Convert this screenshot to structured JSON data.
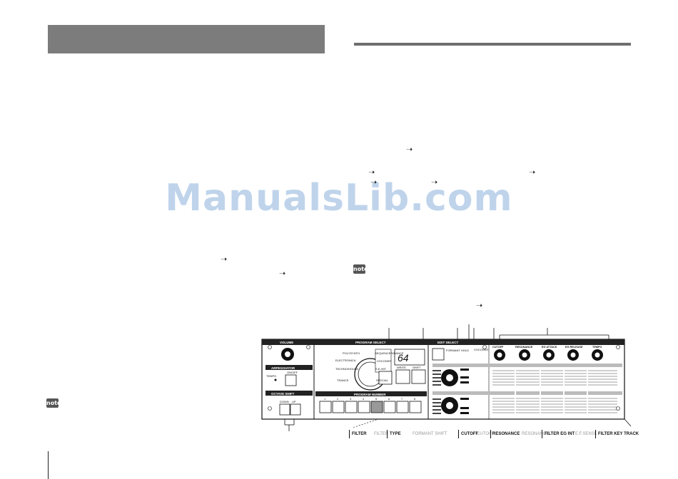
{
  "watermark": "ManualsLib.com",
  "notes": {
    "badge": "note"
  },
  "panel": {
    "volume": "VOLUME",
    "program_select": "PROGRAM SELECT",
    "arpeggiator": "ARPEGGIATOR",
    "tempo": "TEMPO",
    "on_off": "ON/OFF",
    "octave_shift": "OCTAVE SHIFT",
    "down": "DOWN",
    "up": "UP",
    "program_number": "PROGRAM NUMBER",
    "numbers": [
      "1",
      "2",
      "3",
      "4",
      "5",
      "6",
      "7",
      "8"
    ],
    "display": "64",
    "write": "WRITE",
    "shift": "SHIFT",
    "edit_select": "EDIT SELECT",
    "formant_hold": "FORMANT HOLD",
    "vocoder": "VOCODER",
    "knob_labels": [
      "CUTOFF",
      "RESONANCE",
      "EG ATTACK",
      "EG RELEASE",
      "TEMPO"
    ],
    "categories_left": [
      "POLYSYNTH",
      "ELECTRONICA",
      "TECHNO/HOUSE",
      "TRANCE"
    ],
    "categories_right": [
      "SEQUENCER/DANCE",
      "VOCODER",
      "S.E./HIT",
      "SPECIAL"
    ]
  },
  "footer_labels": [
    {
      "text": "FILTER",
      "muted": false
    },
    {
      "text": "FILTER",
      "muted": true
    },
    {
      "text": "TYPE",
      "muted": false
    },
    {
      "text": "FORMANT SHIFT",
      "muted": true
    },
    {
      "text": "CUTOFF",
      "muted": false
    },
    {
      "text": "CUTOFF",
      "muted": true
    },
    {
      "text": "RESONANCE",
      "muted": false
    },
    {
      "text": "RESONANCE",
      "muted": true
    },
    {
      "text": "FILTER EG INT",
      "muted": false
    },
    {
      "text": "E.F.SENSE",
      "muted": true
    },
    {
      "text": "FILTER KEY TRACK",
      "muted": false
    }
  ]
}
